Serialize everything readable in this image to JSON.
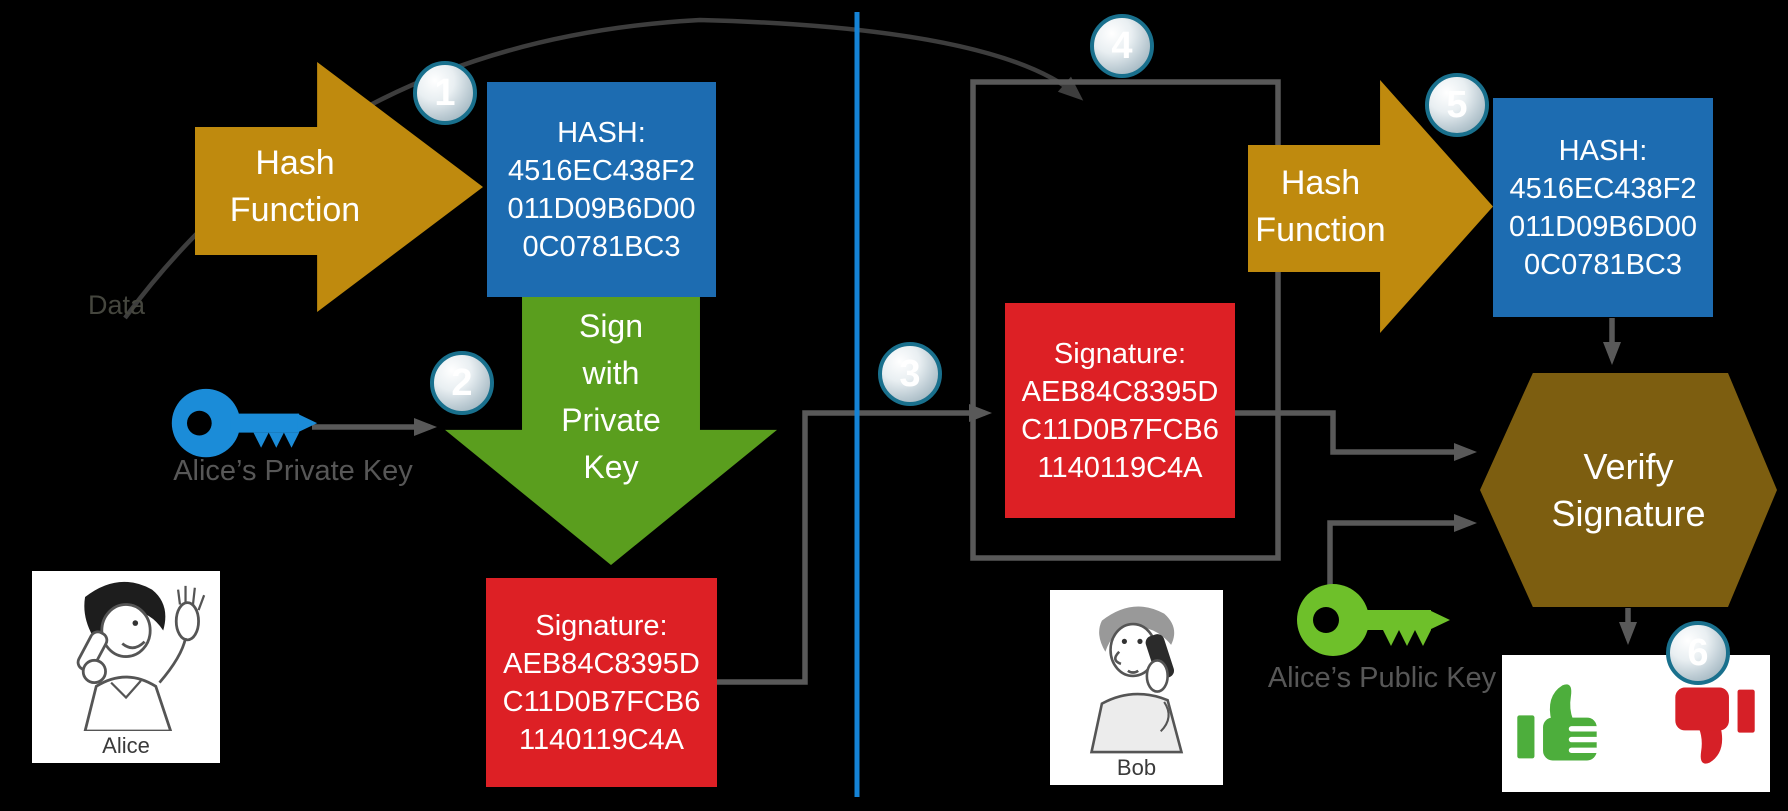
{
  "labels": {
    "data": "Data",
    "alice_private_key": "Alice’s Private Key",
    "alice_public_key": "Alice’s Public Key",
    "alice": "Alice",
    "bob": "Bob"
  },
  "steps": [
    "1",
    "2",
    "3",
    "4",
    "5",
    "6"
  ],
  "hash_arrow_left": {
    "line1": "Hash",
    "line2": "Function"
  },
  "hash_arrow_right": {
    "line1": "Hash",
    "line2": "Function"
  },
  "sign_arrow": {
    "line1": "Sign",
    "line2": "with",
    "line3": "Private",
    "line4": "Key"
  },
  "hash_box_left": {
    "title": "HASH:",
    "line1": "4516EC438F2",
    "line2": "011D09B6D00",
    "line3": "0C0781BC3"
  },
  "hash_box_right": {
    "title": "HASH:",
    "line1": "4516EC438F2",
    "line2": "011D09B6D00",
    "line3": "0C0781BC3"
  },
  "signature_box_left": {
    "title": "Signature:",
    "line1": "AEB84C8395D",
    "line2": "C11D0B7FCB6",
    "line3": "1140119C4A"
  },
  "signature_box_right": {
    "title": "Signature:",
    "line1": "AEB84C8395D",
    "line2": "C11D0B7FCB6",
    "line3": "1140119C4A"
  },
  "verify_hexagon": {
    "line1": "Verify",
    "line2": "Signature"
  },
  "icons": {
    "private_key": "key-icon",
    "public_key": "key-icon",
    "result_positive": "thumbs-up-icon",
    "result_negative": "thumbs-down-icon",
    "alice_avatar": "person-on-phone",
    "bob_avatar": "person-on-phone"
  },
  "colors": {
    "background": "#000000",
    "hash_arrow": "#BF8A0E",
    "hash_box": "#1D6CB1",
    "sign_arrow": "#5A9E1E",
    "signature_box": "#DD2025",
    "verify_hexagon": "#7D5E10",
    "private_key": "#1B8CD8",
    "public_key": "#6EC02A",
    "divider": "#1583D6",
    "connector": "#595959",
    "thumbs_up": "#4DAE3C",
    "thumbs_down": "#D62027",
    "step_badge_border": "#19708D"
  }
}
